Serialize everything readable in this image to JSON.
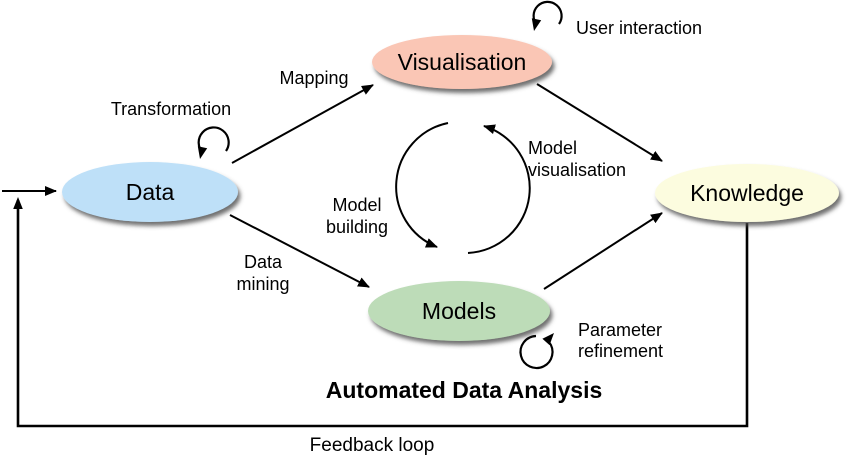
{
  "diagram": {
    "title": "Automated Data Analysis",
    "feedback_label": "Feedback loop",
    "nodes": {
      "data": {
        "label": "Data",
        "fill": "#bee0f8"
      },
      "visualisation": {
        "label": "Visualisation",
        "fill": "#fac6b5"
      },
      "models": {
        "label": "Models",
        "fill": "#bddcb8"
      },
      "knowledge": {
        "label": "Knowledge",
        "fill": "#fcfcdf"
      }
    },
    "edges": {
      "transformation": "Transformation",
      "mapping": "Mapping",
      "user_interaction": "User interaction",
      "data_mining": {
        "line1": "Data",
        "line2": "mining"
      },
      "model_building": {
        "line1": "Model",
        "line2": "building"
      },
      "model_visualisation": {
        "line1": "Model",
        "line2": "visualisation"
      },
      "parameter_refinement": {
        "line1": "Parameter",
        "line2": "refinement"
      }
    },
    "colors": {
      "line": "#000000",
      "shadow": "#4d4d4d"
    }
  }
}
